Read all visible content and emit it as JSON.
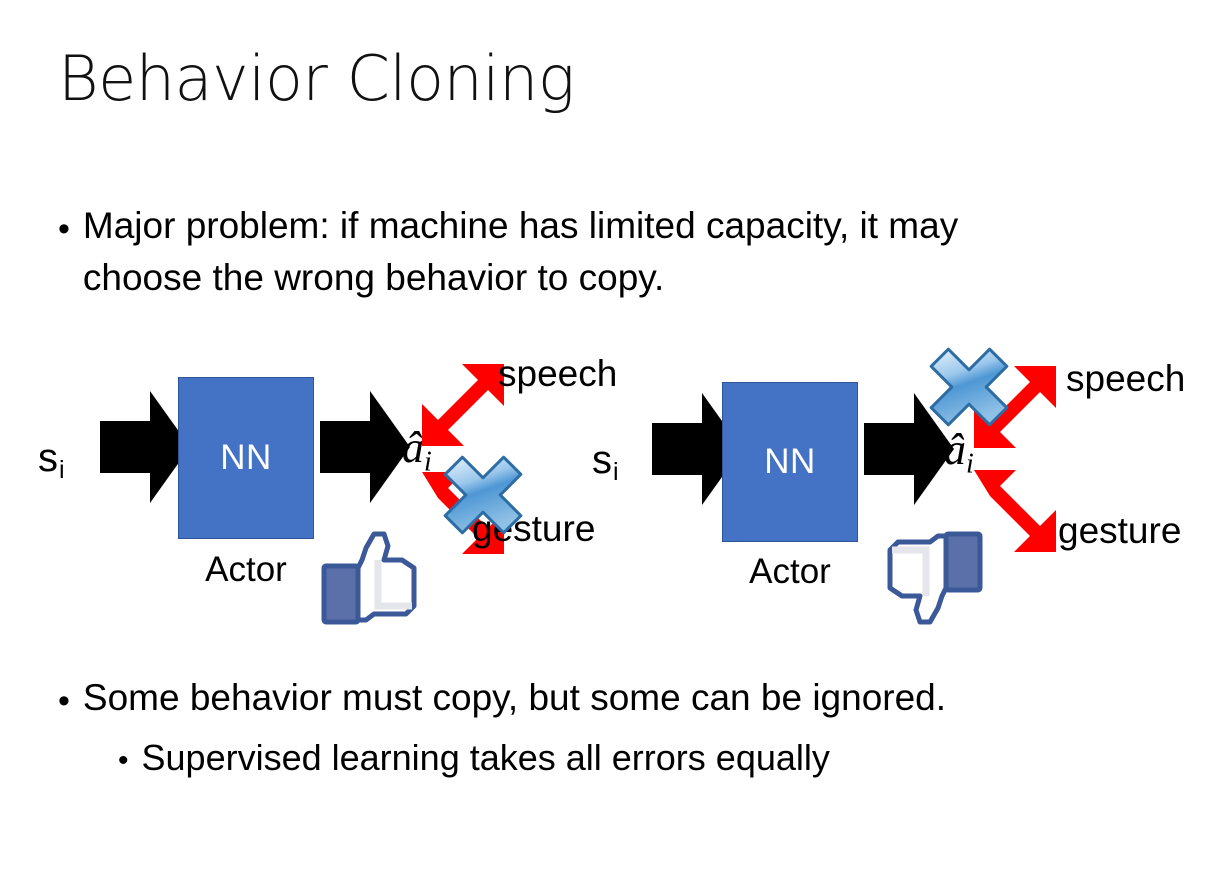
{
  "slide": {
    "title": "Behavior Cloning",
    "bullet_char": "•"
  },
  "bullets": {
    "top": "Major problem: if machine has limited capacity, it may choose the wrong behavior to copy.",
    "bottom_1": "Some behavior must copy, but some can be ignored.",
    "bottom_2": "Supervised learning takes all errors equally"
  },
  "diagrams": [
    {
      "id": "left",
      "input_label": "s",
      "input_subscript": "i",
      "box_label": "NN",
      "box_caption": "Actor",
      "output_label": "â",
      "output_subscript": "i",
      "branch_up_label": "speech",
      "branch_down_label": "gesture",
      "crossed_branch": "gesture",
      "feedback_icon": "thumbs-up-icon"
    },
    {
      "id": "right",
      "input_label": "s",
      "input_subscript": "i",
      "box_label": "NN",
      "box_caption": "Actor",
      "output_label": "â",
      "output_subscript": "i",
      "branch_up_label": "speech",
      "branch_down_label": "gesture",
      "crossed_branch": "speech",
      "feedback_icon": "thumbs-down-icon"
    }
  ],
  "colors": {
    "nn_box_fill": "#4472C4",
    "nn_box_border": "#2F5597",
    "arrow_black": "#000000",
    "branch_arrow_red": "#FF0000",
    "cross_blue_light": "#CFE4F7",
    "cross_blue_mid": "#5B9BD5",
    "cross_blue_dark": "#2E6DA4",
    "thumb_outline": "#3B5998",
    "thumb_cuff": "#5B6FA8",
    "thumb_fill": "#FFFFFF",
    "background": "#FFFFFF",
    "text": "#000000"
  }
}
